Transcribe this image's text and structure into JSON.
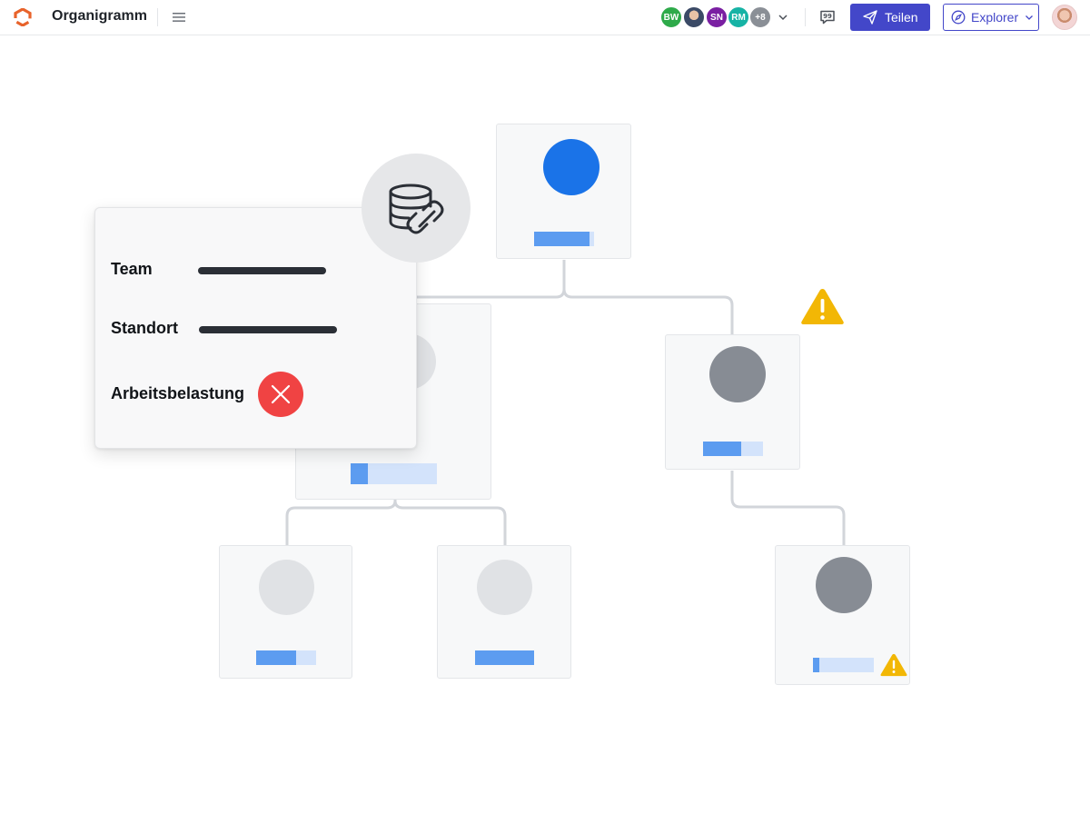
{
  "app": {
    "title": "Organigramm"
  },
  "collaborators": [
    {
      "initials": "BW",
      "color": "#2eaa4a"
    },
    {
      "initials": "",
      "color": "#3b4a66"
    },
    {
      "initials": "SN",
      "color": "#7a1fa2"
    },
    {
      "initials": "RM",
      "color": "#16b3a5"
    },
    {
      "initials": "+8",
      "color": "#8a8f96"
    }
  ],
  "toolbar": {
    "share_label": "Teilen",
    "explorer_label": "Explorer"
  },
  "popup": {
    "fields": [
      {
        "label": "Team"
      },
      {
        "label": "Standort"
      },
      {
        "label": "Arbeitsbelastung"
      }
    ],
    "workload_status": "error"
  },
  "org_chart": {
    "nodes": [
      {
        "id": "root",
        "avatar_color": "#1a73e8",
        "progress": 0.92
      },
      {
        "id": "manager-left",
        "avatar_color": "#e0e2e5",
        "progress": 0.2
      },
      {
        "id": "manager-right",
        "avatar_color": "#878c94",
        "progress": 0.64,
        "warning": true
      },
      {
        "id": "child-1",
        "avatar_color": "#e0e2e5",
        "progress": 0.67
      },
      {
        "id": "child-2",
        "avatar_color": "#e0e2e5",
        "progress": 1.0
      },
      {
        "id": "child-3",
        "avatar_color": "#878c94",
        "progress": 0.1,
        "warning": true
      }
    ]
  },
  "colors": {
    "accent": "#4347c9",
    "bar_fill": "#5c9cf0",
    "bar_track": "#d3e3fb",
    "warning": "#f2b705",
    "error": "#f04343"
  }
}
